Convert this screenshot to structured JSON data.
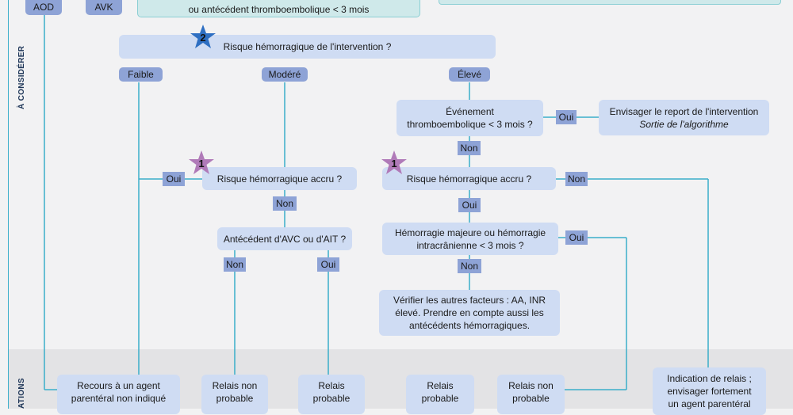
{
  "side_labels": {
    "top": "À CONSIDÉRER",
    "bottom": "ATIONS"
  },
  "top": {
    "aod": "AOD",
    "avk": "AVK",
    "partial_text": "ou antécédent thromboembolique < 3 mois"
  },
  "q_risk_intervention": {
    "badge": "2",
    "text": "Risque hémorragique de l'intervention ?"
  },
  "levels": {
    "faible": "Faible",
    "modere": "Modéré",
    "eleve": "Élevé"
  },
  "thrombo": {
    "line1": "Événement",
    "line2": "thromboembolique < 3 mois ?"
  },
  "report": {
    "line1": "Envisager le report de l'intervention",
    "line2": "Sortie de l'algorithme"
  },
  "risk_accru_left": {
    "badge": "1",
    "text": "Risque hémorragique accru ?"
  },
  "risk_accru_right": {
    "badge": "1",
    "text": "Risque hémorragique accru ?"
  },
  "avc": "Antécédent d'AVC ou d'AIT ?",
  "hemo_major": {
    "line1": "Hémorragie majeure ou hémorragie",
    "line2": "intracrânienne < 3 mois ?"
  },
  "verify": {
    "line1": "Vérifier les autres facteurs : AA, INR",
    "line2": "élevé. Prendre en compte aussi les",
    "line3": "antécédents hémorragiques."
  },
  "answers": {
    "oui": "Oui",
    "non": "Non"
  },
  "outcomes": {
    "parenteral": {
      "line1": "Recours à un agent",
      "line2": "parentéral non indiqué"
    },
    "relais_non_probable": {
      "line1": "Relais non",
      "line2": "probable"
    },
    "relais_probable": {
      "line1": "Relais",
      "line2": "probable"
    },
    "relais_indication": {
      "line1": "Indication de relais ;",
      "line2": "envisager fortement",
      "line3": "un agent parentéral"
    }
  },
  "colors": {
    "box": "#cfdcf3",
    "tag": "#8ea3d6",
    "line": "#3aaeca",
    "star_blue": "#2e6fc2",
    "star_purple": "#b07ab8"
  }
}
